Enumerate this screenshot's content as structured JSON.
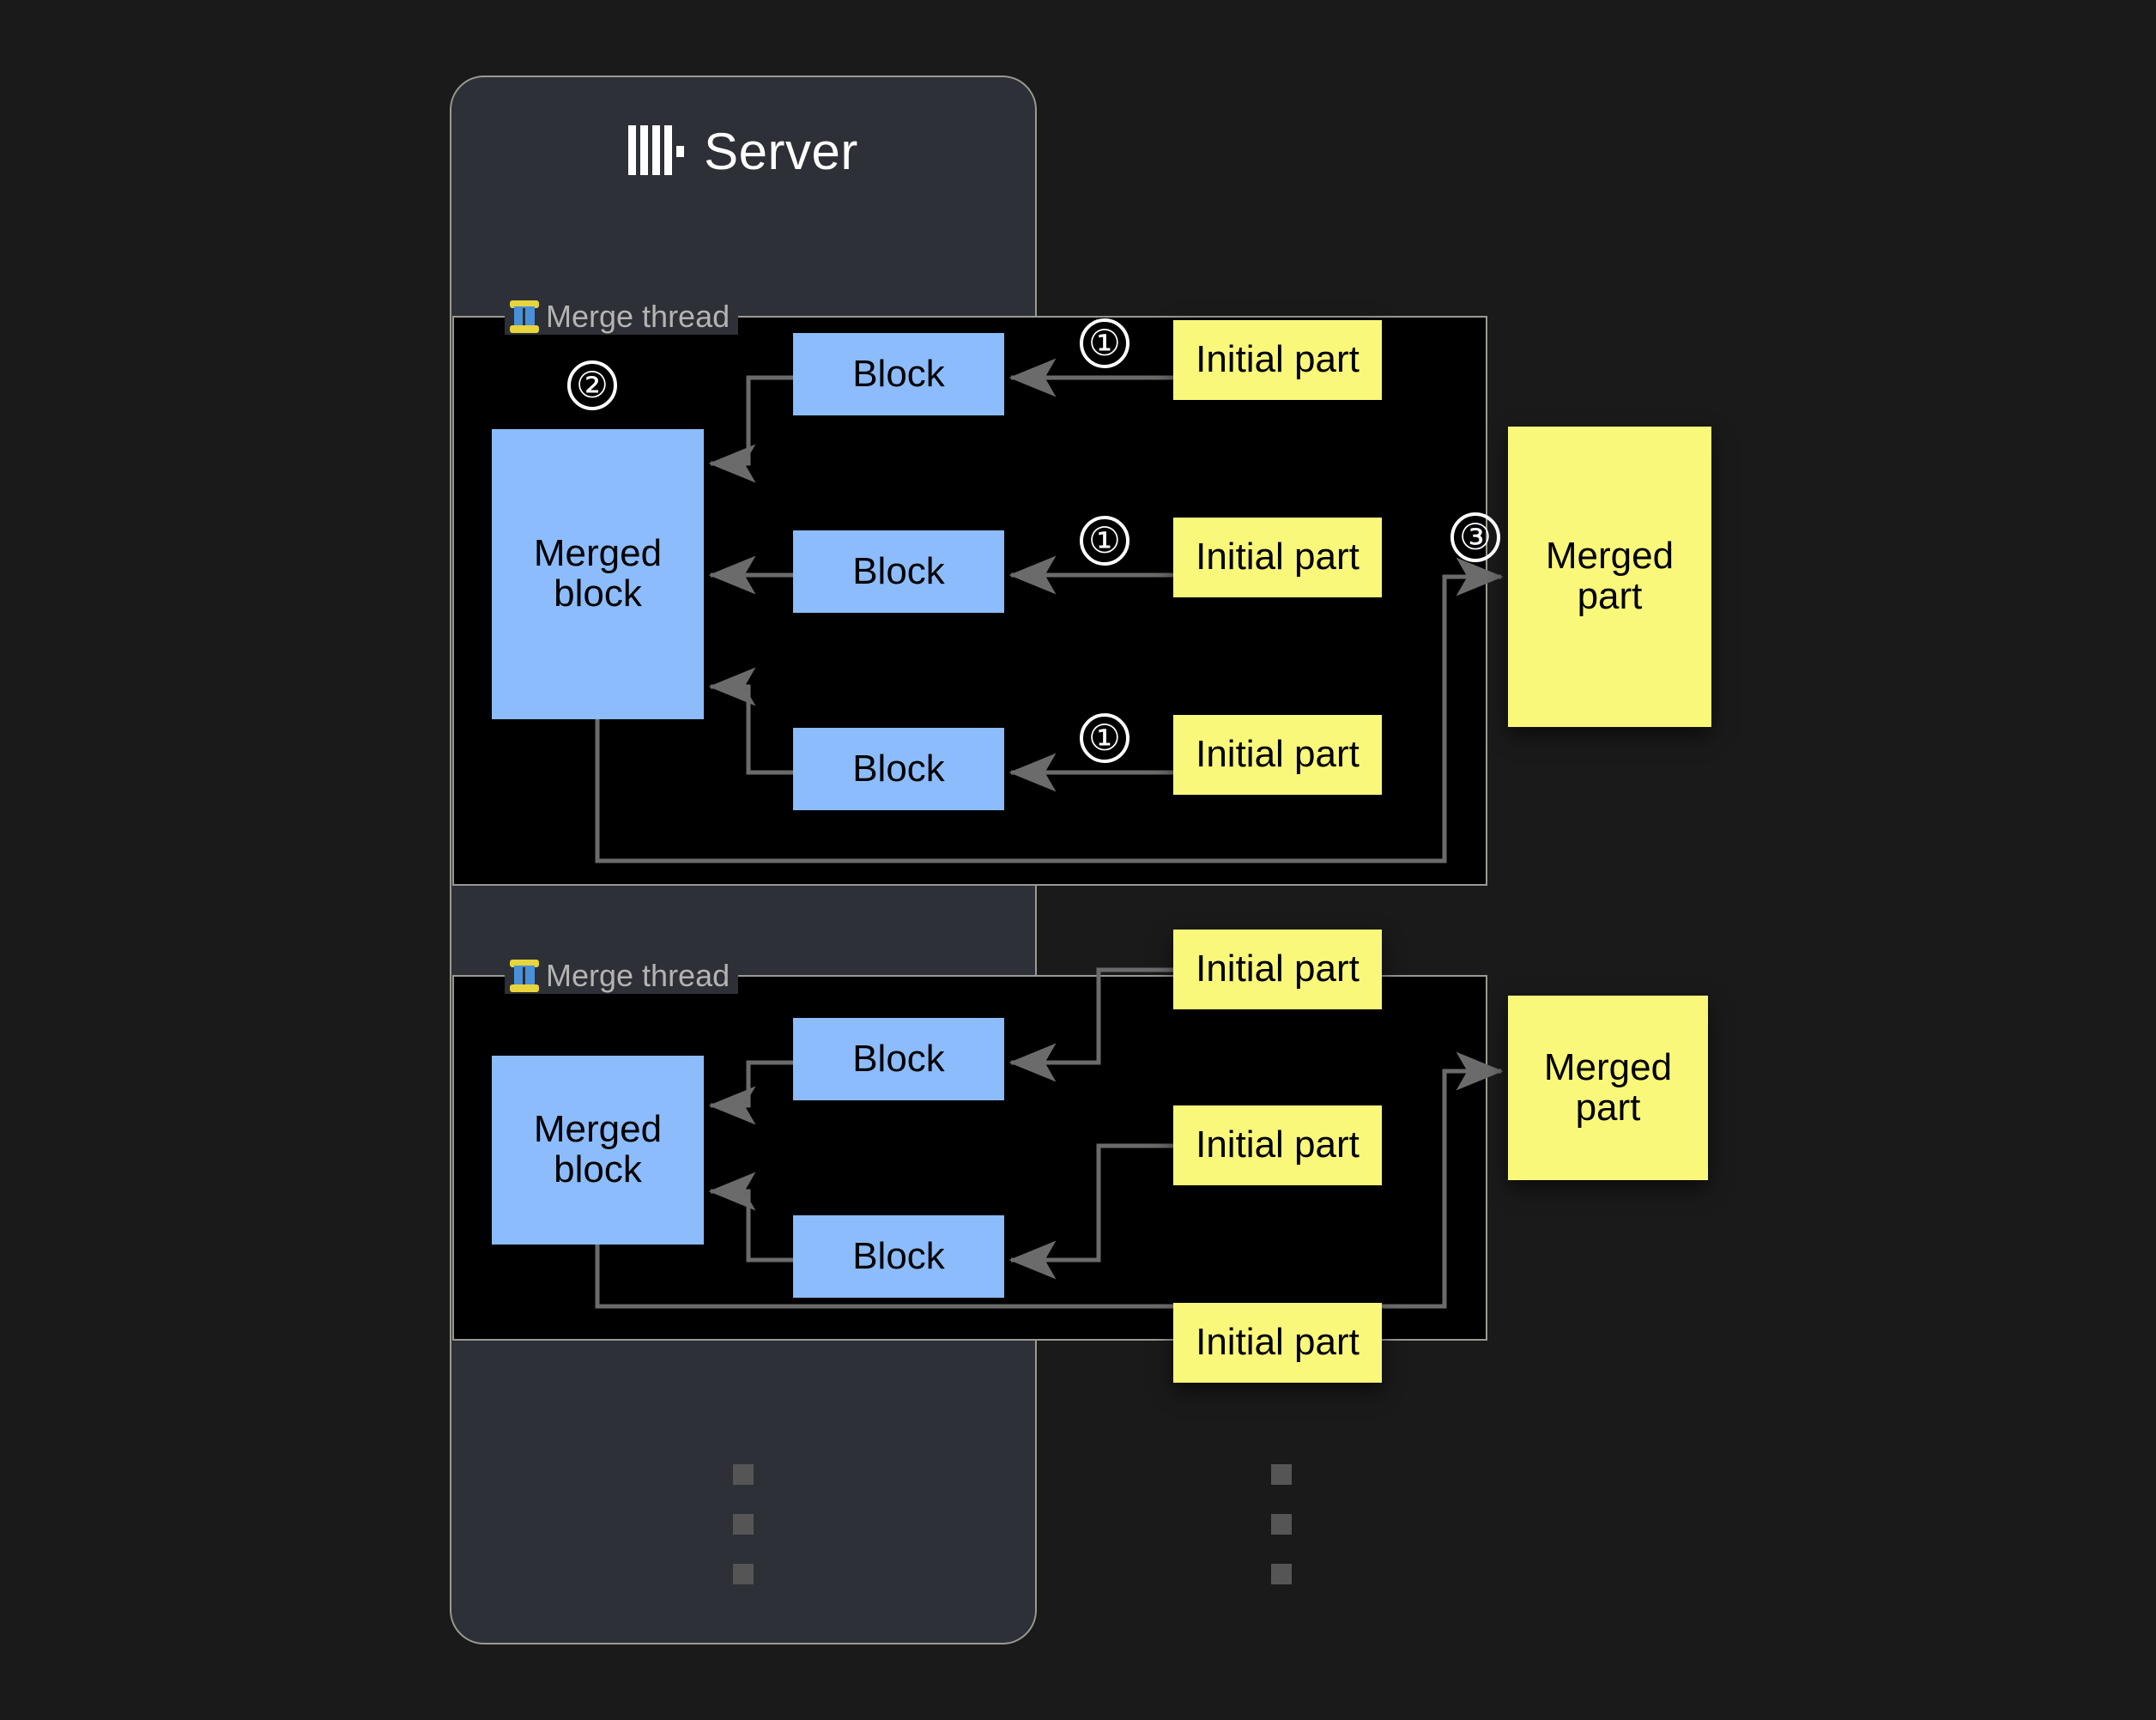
{
  "background_color": "#1a1a1a",
  "server": {
    "title": "Server",
    "logo_icon": "clickhouse-logo-icon",
    "panel_color": "#2d3036",
    "border_color": "#9a9a92"
  },
  "colors": {
    "block_blue": "#8cbcfc",
    "part_yellow": "#faf87a",
    "arrow_gray": "#6b6b6b",
    "thread_bg": "#000000",
    "label_gray": "#b3b3b3",
    "step_white": "#ffffff",
    "dot_gray": "#555555"
  },
  "threads": [
    {
      "label": "Merge thread",
      "icon": "thread-spool-icon",
      "blocks": [
        {
          "label": "Block"
        },
        {
          "label": "Block"
        },
        {
          "label": "Block"
        }
      ],
      "merged_block": {
        "label": "Merged block"
      }
    },
    {
      "label": "Merge thread",
      "icon": "thread-spool-icon",
      "blocks": [
        {
          "label": "Block"
        },
        {
          "label": "Block"
        }
      ],
      "merged_block": {
        "label": "Merged block"
      }
    }
  ],
  "initial_parts": [
    {
      "label": "Initial part"
    },
    {
      "label": "Initial part"
    },
    {
      "label": "Initial part"
    },
    {
      "label": "Initial part"
    },
    {
      "label": "Initial part"
    },
    {
      "label": "Initial part"
    }
  ],
  "merged_parts": [
    {
      "label": "Merged part"
    },
    {
      "label": "Merged part"
    }
  ],
  "steps": {
    "one_a": "①",
    "one_b": "①",
    "one_c": "①",
    "two": "②",
    "three": "③"
  },
  "ellipsis": {
    "server_column": "vertical-ellipsis",
    "parts_column": "vertical-ellipsis"
  }
}
